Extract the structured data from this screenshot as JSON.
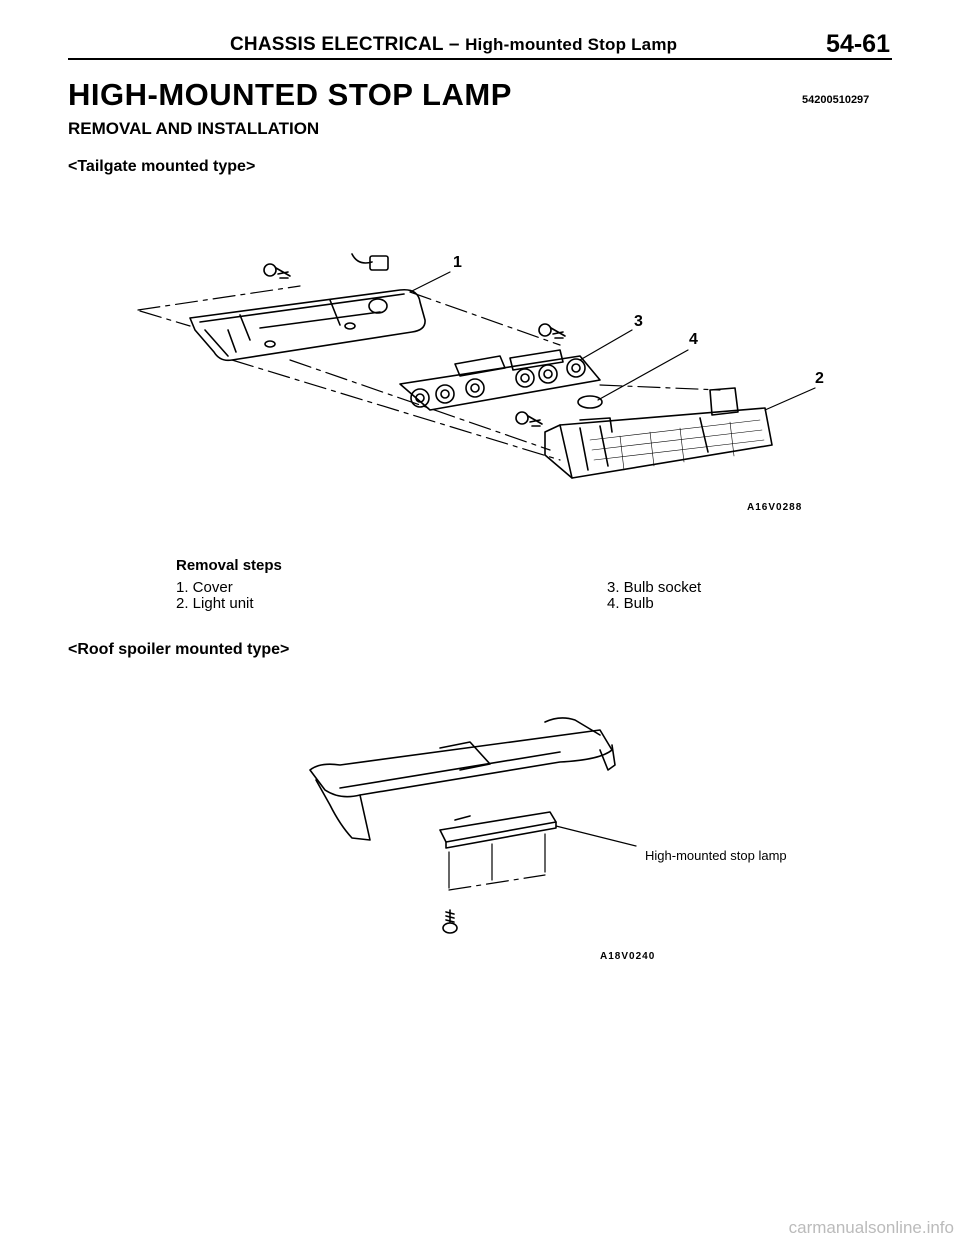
{
  "header": {
    "section": "CHASSIS ELECTRICAL",
    "dash": "–",
    "topic": "High-mounted Stop Lamp",
    "page_number": "54-61"
  },
  "title": "HIGH-MOUNTED STOP LAMP",
  "doc_code": "54200510297",
  "subtitle": "REMOVAL AND INSTALLATION",
  "sections": [
    {
      "label": "<Tailgate mounted type>",
      "figure_id": "A16V0288",
      "callouts": [
        "1",
        "2",
        "3",
        "4"
      ],
      "removal_steps_title": "Removal steps",
      "steps": [
        "1. Cover",
        "2. Light unit",
        "3. Bulb socket",
        "4. Bulb"
      ]
    },
    {
      "label": "<Roof spoiler mounted type>",
      "figure_id": "A18V0240",
      "part_label": "High-mounted stop lamp"
    }
  ],
  "footer": "carmanualsonline.info",
  "icons": [
    "screw-icon",
    "connector-icon"
  ]
}
